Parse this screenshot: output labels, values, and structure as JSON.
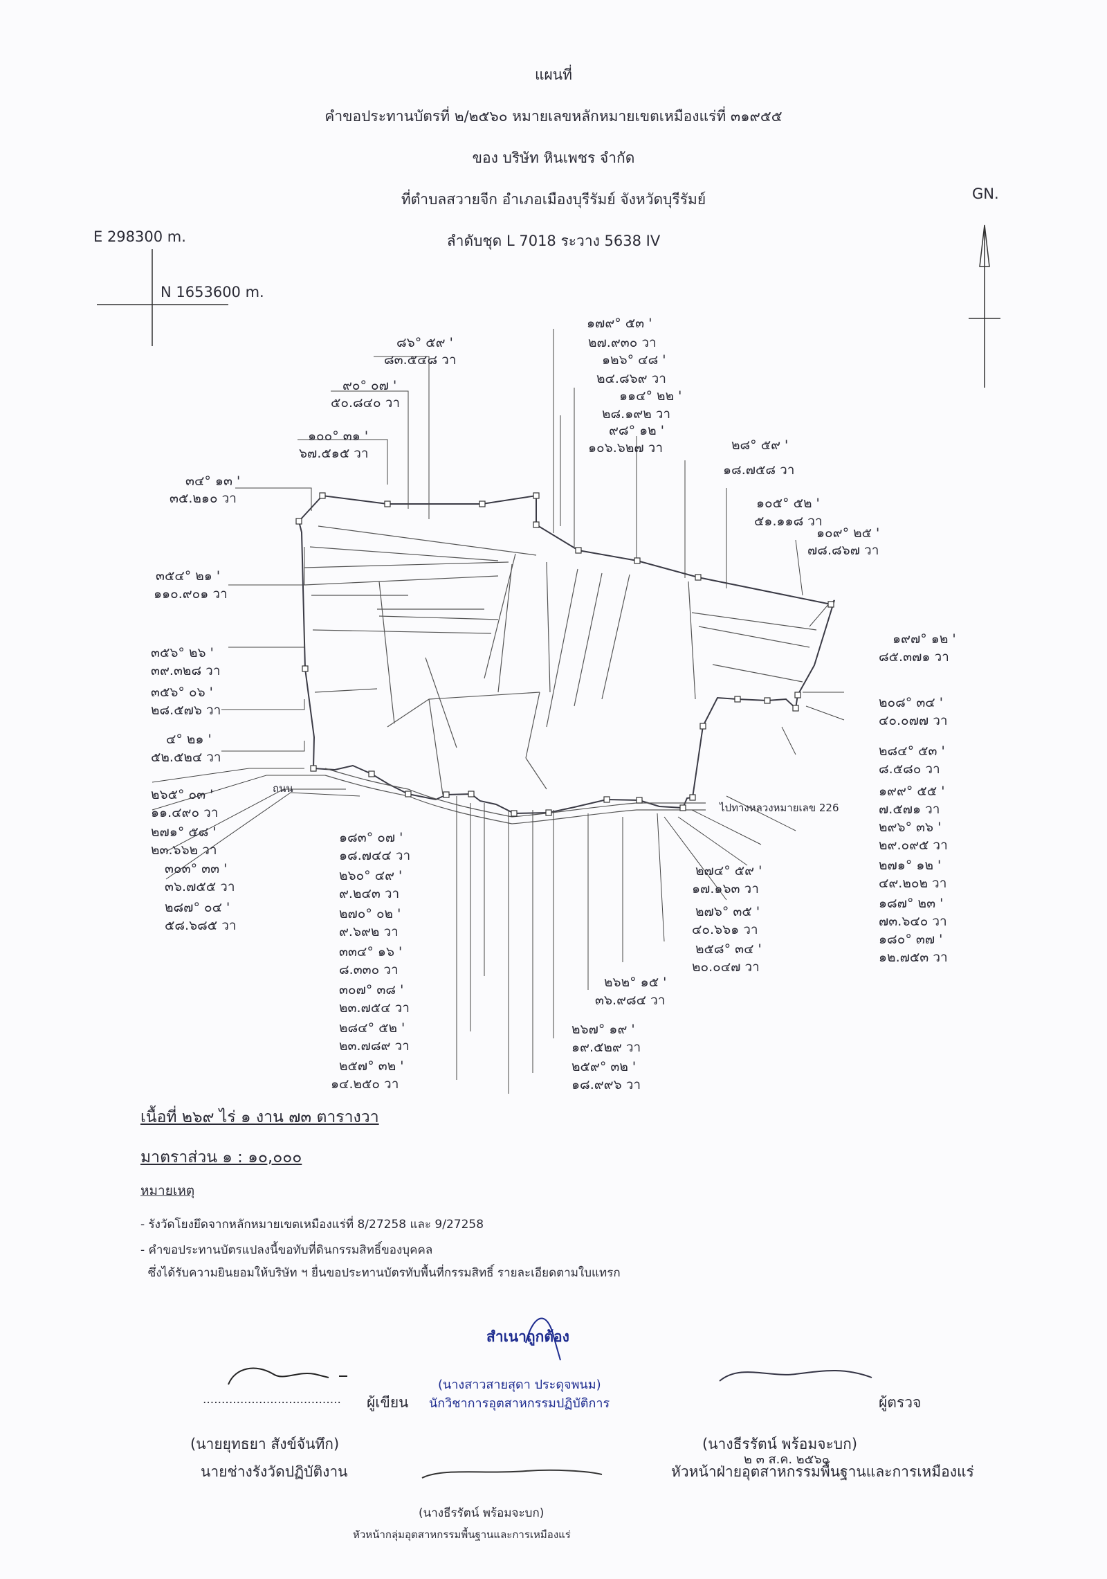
{
  "header": {
    "title": "แผนที่",
    "line2": "คำขอประทานบัตรที่ ๒/๒๕๖๐ หมายเลขหลักหมายเขตเหมืองแร่ที่ ๓๑๙๕๕",
    "line3": "ของ บริษัท หินเพชร จำกัด",
    "line4": "ที่ตำบลสวายจีก อำเภอเมืองบุรีรัมย์ จังหวัดบุรีรัมย์",
    "line5": "ลำดับชุด  L 7018  ระวาง  5638 IV"
  },
  "grid": {
    "easting": "E  298300 m.",
    "northing": "N 1653600 m.",
    "north": "GN."
  },
  "labels_top": [
    [
      "๘๖° ๕๙ '",
      "๘๓.๕๔๘ วา"
    ],
    [
      "๙๐° ๐๗ '",
      "๕๐.๘๔๐ วา"
    ],
    [
      "๑๐๐° ๓๑ '",
      "๖๗.๕๑๕ วา"
    ],
    [
      "๓๔° ๑๓ '",
      "๓๕.๒๑๐ วา"
    ]
  ],
  "labels_top_right": [
    [
      "๑๗๙° ๕๓ '",
      "๒๗.๙๓๐ วา",
      "๑๒๖° ๔๘ '",
      "๒๔.๘๖๙ วา",
      "๑๑๔° ๒๒ '",
      "๒๘.๑๙๒ วา",
      "๙๘° ๑๒ '",
      "๑๐๖.๖๒๗ วา"
    ],
    [
      "๒๘° ๕๙ '",
      "๑๘.๗๕๘ วา"
    ],
    [
      "๑๐๕° ๕๒ '",
      "๕๑.๑๑๘ วา"
    ],
    [
      "๑๐๙° ๒๕ '",
      "๗๘.๘๖๗ วา"
    ]
  ],
  "labels_left": [
    [
      "๓๕๔° ๒๑ '",
      "๑๑๐.๙๐๑ วา"
    ],
    [
      "๓๕๖° ๒๖ '",
      "๓๙.๓๒๘ วา"
    ],
    [
      "๓๕๖° ๐๖ '",
      "๒๘.๕๗๖ วา"
    ],
    [
      "๔° ๒๑ '",
      "๕๒.๕๒๔ วา"
    ],
    [
      "๒๖๕° ๐๓ '",
      "๑๑.๔๙๐ วา"
    ],
    [
      "๒๗๑° ๕๘ '",
      "๒๓.๖๖๒ วา"
    ],
    [
      "๓๐๓° ๓๓ '",
      "๓๖.๗๕๕ วา"
    ],
    [
      "๒๘๗° ๐๔ '",
      "๕๘.๖๘๕ วา"
    ]
  ],
  "labels_right": [
    [
      "๑๙๗° ๑๒ '",
      "๘๕.๓๗๑ วา"
    ],
    [
      "๒๐๘° ๓๔ '",
      "๔๐.๐๗๗ วา"
    ],
    [
      "๒๘๔° ๕๓ '",
      "๘.๕๘๐ วา"
    ],
    [
      "๑๙๙° ๕๕ '",
      "๗.๕๗๑ วา"
    ],
    [
      "๒๙๖° ๓๖ '",
      "๒๙.๐๙๕ วา"
    ],
    [
      "๒๗๑° ๑๒ '",
      "๔๙.๒๐๒ วา"
    ],
    [
      "๑๘๗° ๒๓ '",
      "๗๓.๖๔๐ วา"
    ],
    [
      "๑๘๐° ๓๗ '",
      "๑๒.๗๕๓ วา"
    ]
  ],
  "labels_bottom_mid": [
    "๑๘๓° ๐๗ '",
    "๑๘.๗๔๔ วา",
    "๒๖๐° ๔๙ '",
    "๙.๒๔๓ วา",
    "๒๗๐° ๐๒ '",
    "๙.๖๙๒ วา",
    "๓๓๔° ๑๖ '",
    "๘.๓๓๐ วา",
    "๓๐๗° ๓๘ '",
    "๒๓.๗๕๔ วา",
    "๒๘๔° ๕๒ '",
    "๒๓.๗๘๙ วา",
    "๒๕๗° ๓๒ '",
    "๑๔.๒๕๐ วา"
  ],
  "labels_bottom_right": [
    "๒๗๔° ๕๙ '",
    "๑๗.๑๖๓ วา",
    "๒๗๖° ๓๕ '",
    "๔๐.๖๖๑ วา",
    "๒๕๘° ๓๔ '",
    "๒๐.๐๔๗ วา"
  ],
  "labels_bottom_center": [
    "๒๖๒° ๑๕ '",
    "๓๖.๙๘๔ วา",
    "๒๖๗° ๑๙ '",
    "๑๙.๕๒๙ วา",
    "๒๕๙° ๓๒ '",
    "๑๘.๙๙๖ วา"
  ],
  "map_notes": {
    "road_left": "ถนน",
    "road_right": "ไปทางหลวงหมายเลข 226"
  },
  "area": "เนื้อที่   ๒๖๙  ไร่   ๑   งาน  ๗๓   ตารางวา",
  "scale": "มาตราส่วน  ๑ : ๑๐,๐๐๐",
  "remarks": {
    "title": "หมายเหตุ",
    "line1": "- รังวัดโยงยึดจากหลักหมายเขตเหมืองแร่ที่ 8/27258 และ 9/27258",
    "line2": "- คำขอประทานบัตรแปลงนี้ขอทับที่ดินกรรมสิทธิ์ของบุคคล",
    "line3": "  ซึ่งได้รับความยินยอมให้บริษัท ฯ ยื่นขอประทานบัตรทับพื้นที่กรรมสิทธิ์ รายละเอียดตามใบแทรก"
  },
  "certify": {
    "title": "สำเนาถูกต้อง",
    "name": "(นางสาวสายสุดา  ประดุจพนม)",
    "position": "นักวิชาการอุตสาหกรรมปฏิบัติการ"
  },
  "signatures": {
    "writer_role": "ผู้เขียน",
    "writer_name": "(นายยุทธยา  สังข์จันทึก)",
    "writer_pos": "นายช่างรังวัดปฏิบัติงาน",
    "checker_role": "ผู้ตรวจ",
    "checker_name": "(นางธีรรัตน์  พร้อมจะบก)",
    "checker_pos": "หัวหน้าฝ่ายอุตสาหกรรมพื้นฐานและการเหมืองแร่",
    "stamp_name": "(นางธีรรัตน์  พร้อมจะบก)",
    "stamp_pos": "หัวหน้ากลุ่มอุตสาหกรรมพื้นฐานและการเหมืองแร่",
    "date": "๒ ๓ ส.ค. ๒๕๖๐",
    "dots": "....................................."
  }
}
